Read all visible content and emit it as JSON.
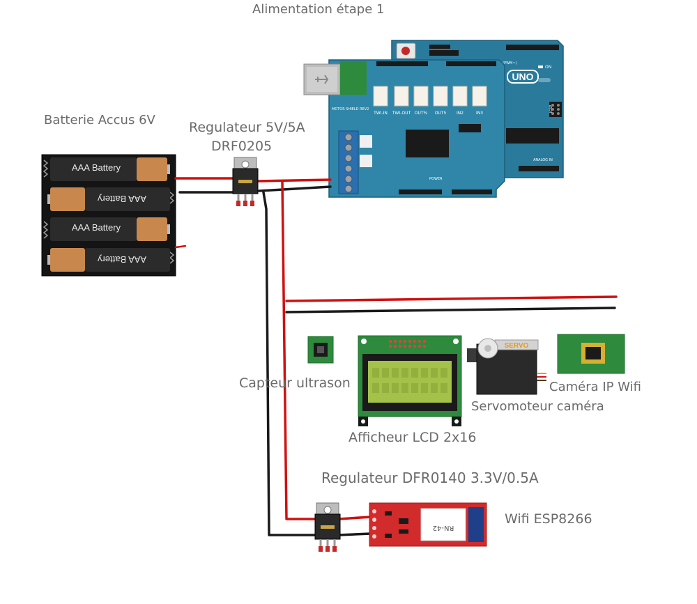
{
  "title": "Alimentation étape 1",
  "labels": {
    "battery": "Batterie Accus 6V",
    "regulator1_line1": "Regulateur 5V/5A",
    "regulator1_line2": "DRF0205",
    "ultrasonic": "Capteur ultrason",
    "lcd": "Afficheur LCD 2x16",
    "servo": "Servomoteur caméra",
    "camera": "Caméra IP Wifi",
    "regulator2": "Regulateur DFR0140 3.3V/0.5A",
    "wifi": "Wifi  ESP8266"
  },
  "battery_cells": [
    "AAA Battery",
    "AAA Battery",
    "AAA Battery",
    "AAA Battery"
  ],
  "arduino": {
    "board_name": "UNO",
    "on_label": "ON",
    "icsp_label": "ICSP",
    "digital_label": "DIGITAL (PWM~)",
    "analog_label": "ANALOG IN",
    "power_label": "POWER",
    "shield_name": "MOTOR SHIELD REV2",
    "shield_ports": [
      "TWI-IN",
      "TWI-OUT",
      "OUT%",
      "OUT5",
      "IN2",
      "IN3"
    ]
  },
  "servo_brand": "SERVO",
  "wifi_module_text": "RN-42",
  "colors": {
    "wire_red": "#d01010",
    "wire_black": "#1a1a1a",
    "arduino_blue": "#2a7a9c",
    "shield_blue": "#2f86a8",
    "pcb_green": "#2e8b3e",
    "lcd_screen": "#a4c24a",
    "wifi_red": "#d22b2b",
    "label_gray": "#6b6b6b"
  }
}
